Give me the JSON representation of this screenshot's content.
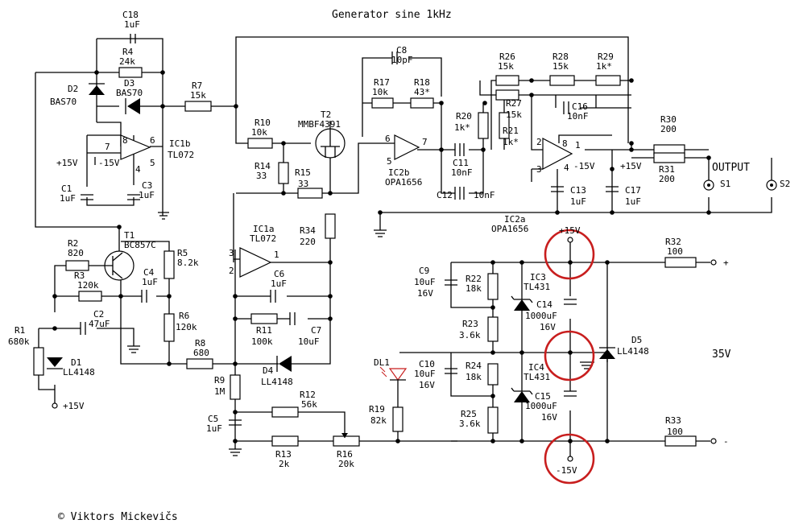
{
  "title": "Generator sine 1kHz",
  "copyright": "© Viktors Mickevičs",
  "supply_note": "35V",
  "output_label": "OUTPUT",
  "labels": {
    "C18": "C18",
    "C18v": "1uF",
    "R4": "R4",
    "R4v": "24k",
    "D2": "D2",
    "D2v": "BAS70",
    "D3": "D3",
    "D3v": "BAS70",
    "R7": "R7",
    "R7v": "15k",
    "IC1b": "IC1b",
    "IC1bv": "TL072",
    "vp15a": "+15V",
    "vm15a": "-15V",
    "C1": "C1",
    "C1v": "1uF",
    "C3": "C3",
    "C3v": "1uF",
    "R10": "R10",
    "R10v": "10k",
    "T2": "T2",
    "T2v": "MMBF4391",
    "R14": "R14",
    "R14v": "33",
    "R15": "R15",
    "R15v": "33",
    "C8": "C8",
    "C8v": "10pF",
    "R17": "R17",
    "R17v": "10k",
    "R18": "R18",
    "R18v": "43*",
    "IC2b": "IC2b",
    "IC2bv": "OPA1656",
    "R20": "R20",
    "R20v": "1k*",
    "C11": "C11",
    "C11v": "10nF",
    "C12": "C12",
    "C12v": "10nF",
    "R21": "R21",
    "R21v": "1k*",
    "R26": "R26",
    "R26v": "15k",
    "R27": "R27",
    "R27v": "15k",
    "R28": "R28",
    "R28v": "15k",
    "R29": "R29",
    "R29v": "1k*",
    "C16": "C16",
    "C16v": "10nF",
    "R30": "R30",
    "R30v": "200",
    "R31": "R31",
    "R31v": "200",
    "S1": "S1",
    "S2": "S2",
    "vm15b": "-15V",
    "vp15b": "+15V",
    "C13": "C13",
    "C13v": "1uF",
    "C17": "C17",
    "C17v": "1uF",
    "IC2a": "IC2a",
    "IC2av": "OPA1656",
    "T1": "T1",
    "T1v": "BC857C",
    "R2": "R2",
    "R2v": "820",
    "R3": "R3",
    "R3v": "120k",
    "R5": "R5",
    "R5v": "8.2k",
    "C4": "C4",
    "C4v": "1uF",
    "C2": "C2",
    "C2v": "47uF",
    "R6": "R6",
    "R6v": "120k",
    "R1": "R1",
    "R1v": "680k",
    "D1": "D1",
    "D1v": "LL4148",
    "vp15c": "+15V",
    "IC1a": "IC1a",
    "IC1av": "TL072",
    "R34": "R34",
    "R34v": "220",
    "C6": "C6",
    "C6v": "1uF",
    "R11": "R11",
    "R11v": "100k",
    "C7": "C7",
    "C7v": "10uF",
    "D4": "D4",
    "D4v": "LL4148",
    "R8": "R8",
    "R8v": "680",
    "R9": "R9",
    "R9v": "1M",
    "R12": "R12",
    "R12v": "56k",
    "C5": "C5",
    "C5v": "1uF",
    "R13": "R13",
    "R13v": "2k",
    "R16": "R16",
    "R16v": "20k",
    "vp15d": "+15V",
    "C9": "C9",
    "C9v": "10uF",
    "C9v2": "16V",
    "R22": "R22",
    "R22v": "18k",
    "IC3": "IC3",
    "IC3v": "TL431",
    "C14": "C14",
    "C14v": "1000uF",
    "C14v2": "16V",
    "R23": "R23",
    "R23v": "3.6k",
    "DL1": "DL1",
    "C10": "C10",
    "C10v": "10uF",
    "C10v2": "16V",
    "R24": "R24",
    "R24v": "18k",
    "IC4": "IC4",
    "IC4v": "TL431",
    "C15": "C15",
    "C15v": "1000uF",
    "C15v2": "16V",
    "R19": "R19",
    "R19v": "82k",
    "R25": "R25",
    "R25v": "3.6k",
    "vm15d": "-15V",
    "D5": "D5",
    "D5v": "LL4148",
    "R32": "R32",
    "R32v": "100",
    "R33": "R33",
    "R33v": "100",
    "plus": "+",
    "minus": "-",
    "p3": "3",
    "p2": "2",
    "p1": "1",
    "p5": "5",
    "p6": "6",
    "p7": "7",
    "p8": "8",
    "p4": "4",
    "q6": "6",
    "q5": "5",
    "q7": "7",
    "s2": "2",
    "s3": "3",
    "s8": "8",
    "s1": "1",
    "s4": "4"
  }
}
